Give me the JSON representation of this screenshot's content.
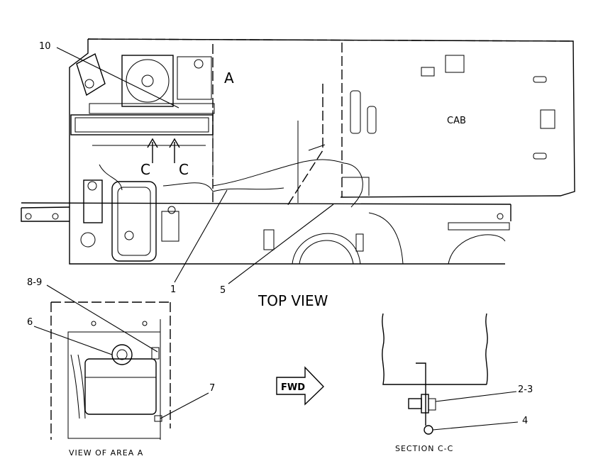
{
  "callouts": {
    "c10": "10",
    "c1": "1",
    "c5": "5",
    "c89": "8-9",
    "c6": "6",
    "c7": "7",
    "c23": "2-3",
    "c4": "4"
  },
  "labels": {
    "area_a": "A",
    "cab": "CAB",
    "section_c_left": "C",
    "section_c_right": "C",
    "fwd": "FWD"
  },
  "captions": {
    "top_view": "TOP VIEW",
    "view_area_a": "VIEW OF AREA A",
    "section_cc": "SECTION C-C"
  }
}
